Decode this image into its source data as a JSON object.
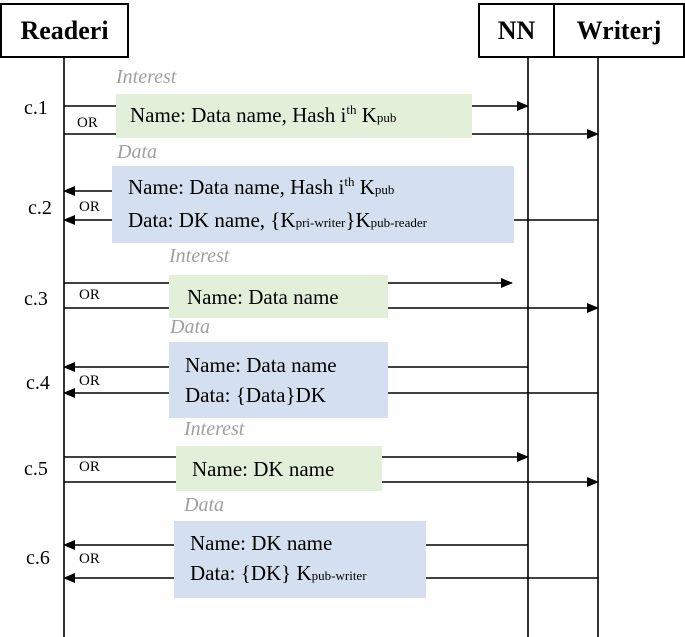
{
  "participants": {
    "reader": {
      "name": "Reader",
      "suffix": "i"
    },
    "nn": {
      "name": "NN"
    },
    "writer": {
      "name": "Writer",
      "suffix": "j"
    }
  },
  "or_label": "OR",
  "steps": [
    {
      "id": "c.1",
      "kind": "Interest"
    },
    {
      "id": "c.2",
      "kind": "Data"
    },
    {
      "id": "c.3",
      "kind": "Interest"
    },
    {
      "id": "c.4",
      "kind": "Data"
    },
    {
      "id": "c.5",
      "kind": "Interest"
    },
    {
      "id": "c.6",
      "kind": "Data"
    }
  ],
  "text": {
    "name_label": "Name: ",
    "data_label": "Data: ",
    "data_name": "Data name",
    "hash_prefix": ", Hash i",
    "ith_sup": "th",
    "k": "K",
    "pub": "pub",
    "dk_name": "DK name",
    "dk_name_comma": "DK name, ",
    "lbrace": "{",
    "rbrace": "}",
    "pri_writer": "pri-writer",
    "pub_reader": "pub-reader",
    "pub_writer": "pub-writer",
    "data_word": "Data",
    "dk": "DK",
    "c6_data_open": "{DK} "
  },
  "colors": {
    "interest_box": "#e3f0d9",
    "data_box": "#d4dfef",
    "kind_label": "#a0a0a0"
  }
}
